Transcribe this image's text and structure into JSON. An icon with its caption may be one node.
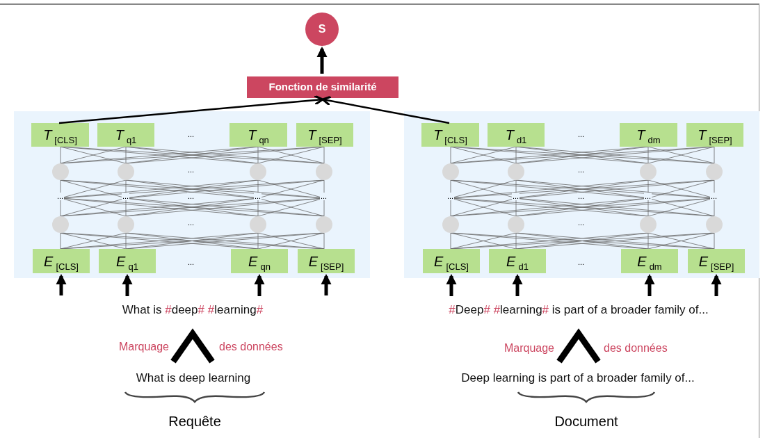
{
  "diagram": {
    "nodes": [
      {
        "text": [
          "S"
        ]
      },
      {
        "text": [
          "Fonction de similarité"
        ]
      },
      {
        "text": [],
        "shape": "box"
      },
      {
        "text": [
          "*T*$_{[CLS]}$"
        ],
        "in": 2
      },
      {
        "text": [
          "*T*$_{q1}$"
        ],
        "in": 2
      },
      {
        "text": [
          "*T*$_{qn}$"
        ],
        "in": 2
      },
      {
        "text": [
          "*T*$_{[SEP]}$"
        ],
        "in": 2
      },
      {
        "text": [
          "*E*$_{[CLS]}$"
        ],
        "in": 2
      },
      {
        "text": [
          "*E*$_{q1}$"
        ],
        "in": 2
      },
      {
        "text": [
          "*E*$_{qn}$"
        ],
        "in": 2
      },
      {
        "text": [
          "*E*$_{[SEP]}$"
        ],
        "in": 2
      },
      {
        "text": [],
        "shape": "box"
      },
      {
        "text": [
          "*T*$_{[CLS]}$"
        ],
        "in": 11
      },
      {
        "text": [
          "*T*$_{d1}$"
        ],
        "in": 11
      },
      {
        "text": [
          "*T*$_{dm}$"
        ],
        "in": 11
      },
      {
        "text": [
          "*T*$_{[SEP]}$"
        ],
        "in": 11
      },
      {
        "text": [
          "*E*$_{[CLS]}$"
        ],
        "in": 11
      },
      {
        "text": [
          "*E*$_{d1}$"
        ],
        "in": 11
      },
      {
        "text": [
          "*E*$_{dm}$"
        ],
        "in": 11
      },
      {
        "text": [
          "*E*$_{[SEP]}$"
        ],
        "in": 11
      },
      {
        "text": [
          "What is #deep# #learning#"
        ]
      },
      {
        "text": [
          "What is deep learning"
        ],
        "beside": [
          "Requête"
        ]
      },
      {
        "text": [
          "#Deep# #learning# is part of a broader family of..."
        ]
      },
      {
        "text": [
          "Deep learning is part of a broader family of..."
        ],
        "beside": [
          "Document"
        ]
      }
    ],
    "edges": [
      {
        "from": 3,
        "to": 1,
        "arrow": "to"
      },
      {
        "from": 12,
        "to": 1,
        "arrow": "to"
      },
      {
        "from": 1,
        "to": 0,
        "arrow": "to"
      },
      {
        "from": null,
        "to": 7,
        "arrow": "to"
      },
      {
        "from": 20,
        "to": 8,
        "arrow": "to"
      },
      {
        "from": 20,
        "to": 9,
        "arrow": "to"
      },
      {
        "from": null,
        "to": 10,
        "arrow": "to"
      },
      {
        "from": 22,
        "to": 16,
        "arrow": "to"
      },
      {
        "from": 22,
        "to": 17,
        "arrow": "to"
      },
      {
        "from": 22,
        "to": 18,
        "arrow": "to"
      },
      {
        "from": 22,
        "to": 19,
        "arrow": "to"
      },
      {
        "from": 21,
        "to": 20,
        "arrow": "to",
        "style": "thick"
      },
      {
        "from": 23,
        "to": 22,
        "arrow": "to",
        "style": "thick"
      }
    ],
    "labels": [
      "...",
      "...",
      "...",
      "...",
      "...",
      "...",
      "...",
      "...",
      "...",
      "...",
      "...",
      "...",
      "...",
      "...",
      "...",
      "...",
      "...",
      "...",
      "Marquage",
      "des données",
      "Marquage",
      "des données"
    ]
  }
}
